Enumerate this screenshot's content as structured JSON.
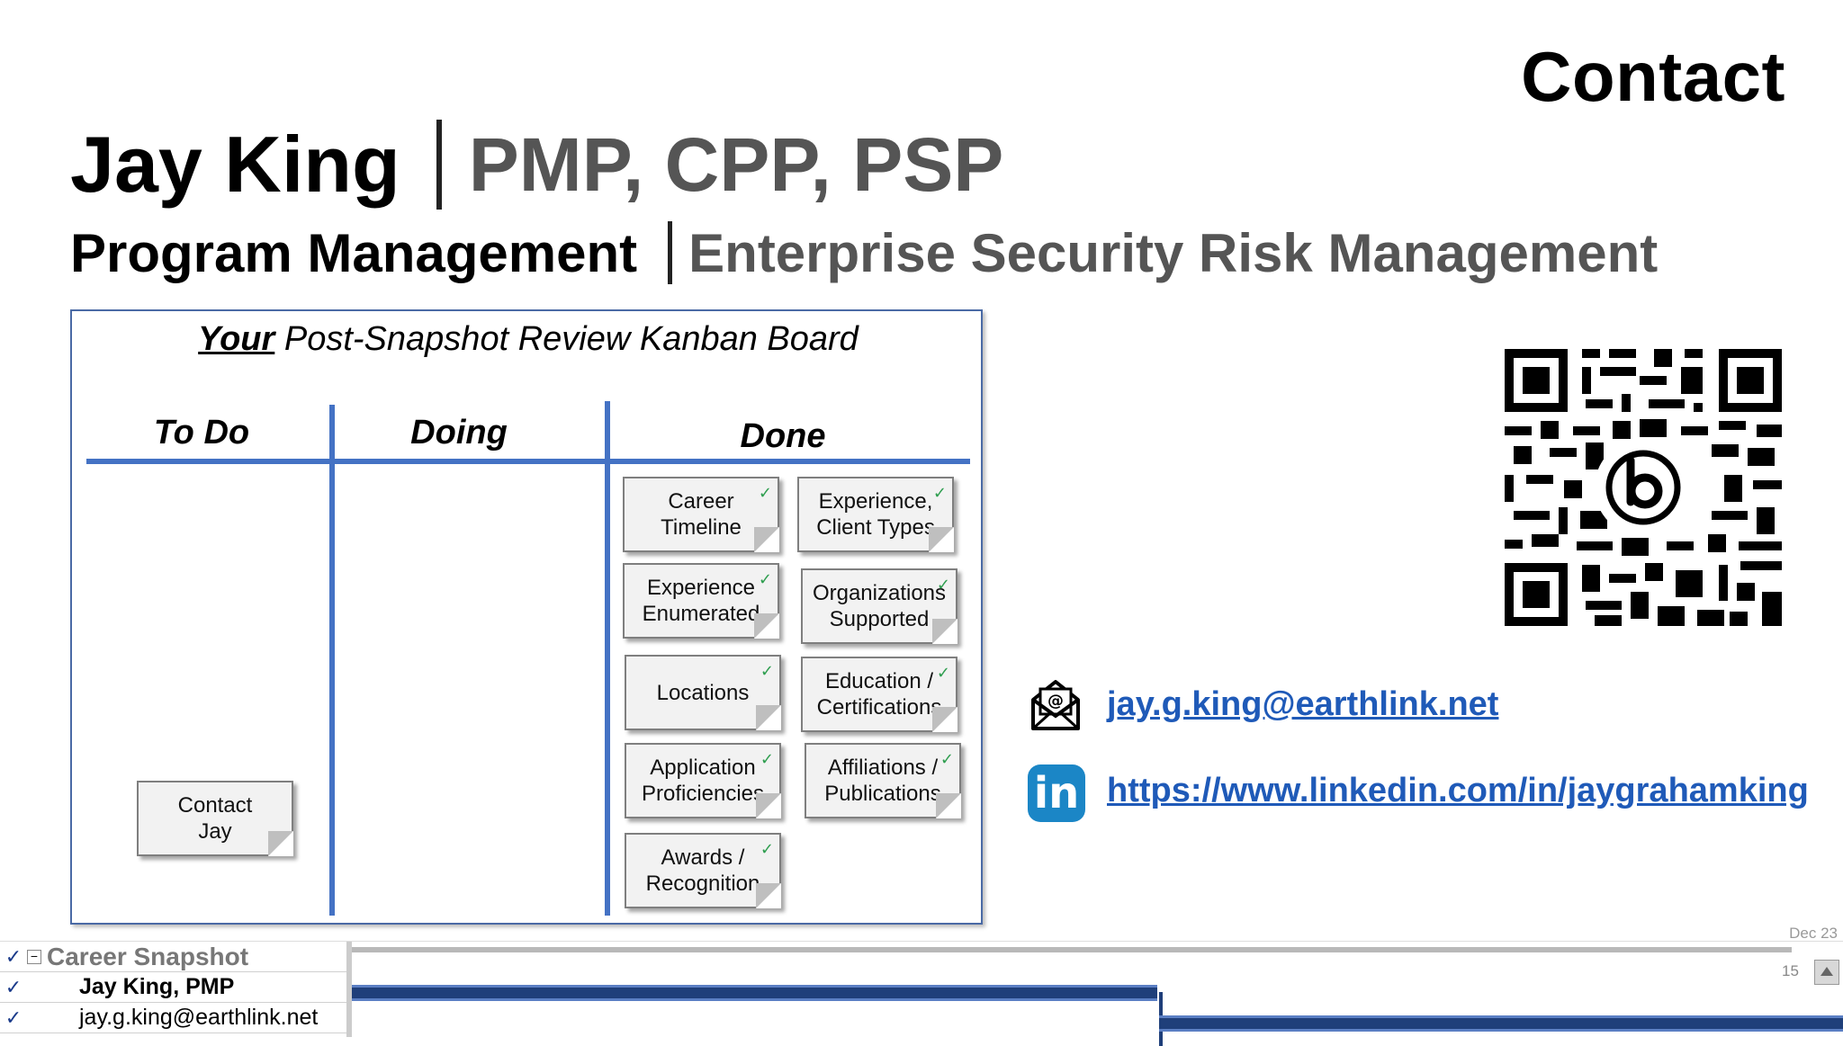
{
  "header": {
    "contact_title": "Contact",
    "name": "Jay King",
    "credentials": "PMP, CPP, PSP",
    "program": "Program Management",
    "specialty": "Enterprise Security Risk Management"
  },
  "kanban": {
    "title_emph": "Your",
    "title_rest": " Post-Snapshot Review Kanban Board",
    "columns": [
      "To Do",
      "Doing",
      "Done"
    ],
    "todo_cards": [
      "Contact\nJay"
    ],
    "done_cards": [
      "Career\nTimeline",
      "Experience,\nClient Types",
      "Experience\nEnumerated",
      "Organizations\nSupported",
      "Locations",
      "Education /\nCertifications",
      "Application\nProficiencies",
      "Affiliations /\nPublications",
      "Awards /\nRecognition"
    ],
    "check_glyph": "✓"
  },
  "contact": {
    "email": "jay.g.king@earthlink.net",
    "linkedin": "https://www.linkedin.com/in/jaygrahamking",
    "linkedin_icon_text": "in",
    "email_icon_text": "@"
  },
  "gantt": {
    "rows": [
      {
        "check": "✓",
        "toggle": "−",
        "label": "Career Snapshot"
      },
      {
        "check": "✓",
        "toggle": "",
        "label": "Jay King, PMP"
      },
      {
        "check": "✓",
        "toggle": "",
        "label": "jay.g.king@earthlink.net"
      }
    ],
    "timescale_label": "Dec 23",
    "day_label": "15"
  },
  "colors": {
    "accent_blue": "#4472c4",
    "link_blue": "#1f5ab8",
    "check_green": "#2e9e4f",
    "linkedin_blue": "#1b86c6"
  }
}
